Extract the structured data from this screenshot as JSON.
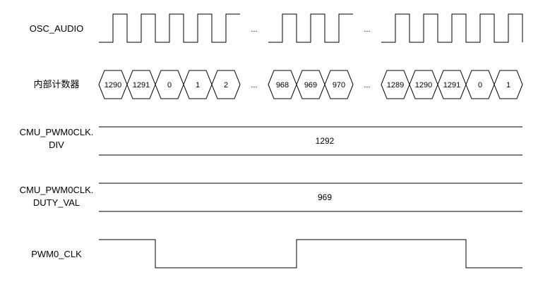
{
  "signals": {
    "osc_audio": "OSC_AUDIO",
    "internal_counter": "内部计数器",
    "div_line1": "CMU_PWM0CLK.",
    "div_line2": "DIV",
    "duty_line1": "CMU_PWM0CLK.",
    "duty_line2": "DUTY_VAL",
    "pwm0_clk": "PWM0_CLK"
  },
  "ellipsis": "...",
  "counter_groups": [
    [
      "1290",
      "1291",
      "0",
      "1",
      "2"
    ],
    [
      "968",
      "969",
      "970"
    ],
    [
      "1289",
      "1290",
      "1291",
      "0",
      "1"
    ]
  ],
  "div_value": "1292",
  "duty_value": "969",
  "colors": {
    "line": "#000000",
    "background": "#ffffff"
  }
}
